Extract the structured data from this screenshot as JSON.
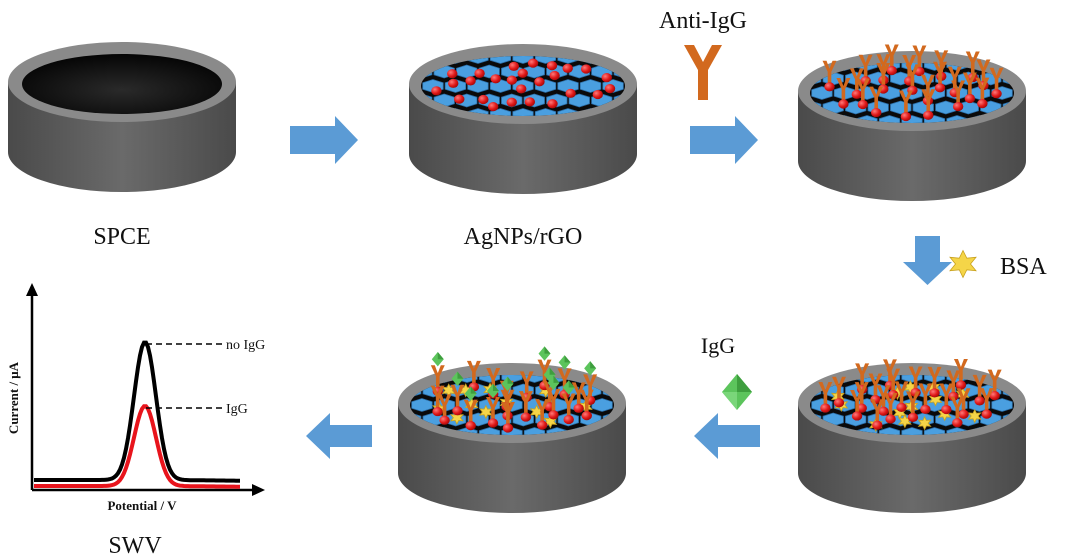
{
  "labels": {
    "spce": "SPCE",
    "agnps_rgo": "AgNPs/rGO",
    "anti_igg": "Anti-IgG",
    "bsa": "BSA",
    "igg": "IgG",
    "swv": "SWV"
  },
  "plot": {
    "ylabel": "Current / μA",
    "xlabel": "Potential / V",
    "annotation_no_igg": "no IgG",
    "annotation_igg": "IgG",
    "series": [
      {
        "name": "no IgG",
        "color": "#000000"
      },
      {
        "name": "IgG",
        "color": "#e8141c"
      }
    ]
  },
  "colors": {
    "electrode_body": "#5e5e5e",
    "electrode_rim": "#8a8a8a",
    "graphene": "#4a9fe0",
    "silver_np": "#e01818",
    "antibody": "#d2691e",
    "bsa": "#f5d548",
    "igg": "#4cb54c",
    "arrow": "#5b9bd5"
  },
  "icons": [
    "antibody-y-icon",
    "bsa-star-icon",
    "igg-diamond-icon",
    "arrow-right-icon",
    "arrow-down-icon",
    "arrow-left-icon"
  ]
}
